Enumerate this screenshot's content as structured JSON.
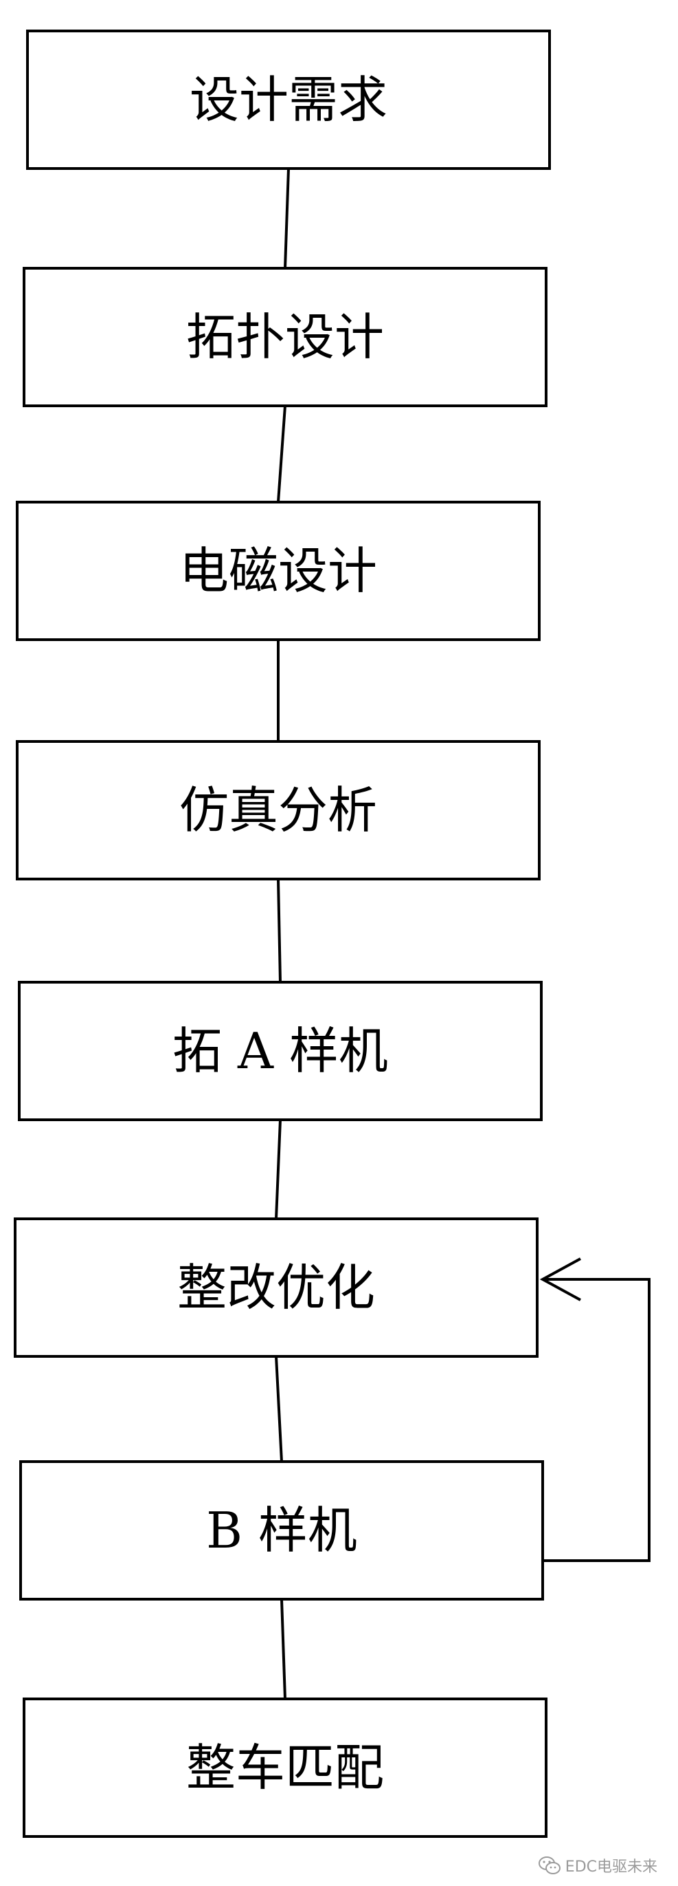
{
  "diagram": {
    "nodes": [
      {
        "id": "n1",
        "label": "设计需求"
      },
      {
        "id": "n2",
        "label": "拓扑设计"
      },
      {
        "id": "n3",
        "label": "电磁设计"
      },
      {
        "id": "n4",
        "label": "仿真分析"
      },
      {
        "id": "n5",
        "label": "拓 A 样机"
      },
      {
        "id": "n6",
        "label": "整改优化"
      },
      {
        "id": "n7",
        "label": "B 样机"
      },
      {
        "id": "n8",
        "label": "整车匹配"
      }
    ],
    "edges": [
      {
        "from": "n1",
        "to": "n2"
      },
      {
        "from": "n2",
        "to": "n3"
      },
      {
        "from": "n3",
        "to": "n4"
      },
      {
        "from": "n4",
        "to": "n5"
      },
      {
        "from": "n5",
        "to": "n6"
      },
      {
        "from": "n6",
        "to": "n7"
      },
      {
        "from": "n7",
        "to": "n8"
      },
      {
        "from": "n7",
        "to": "n6",
        "type": "feedback-arrow"
      }
    ],
    "colors": {
      "stroke": "#000000",
      "fill": "#ffffff",
      "text": "#000000"
    }
  },
  "watermark": {
    "text": "EDC电驱未来",
    "icon": "wechat-icon"
  }
}
